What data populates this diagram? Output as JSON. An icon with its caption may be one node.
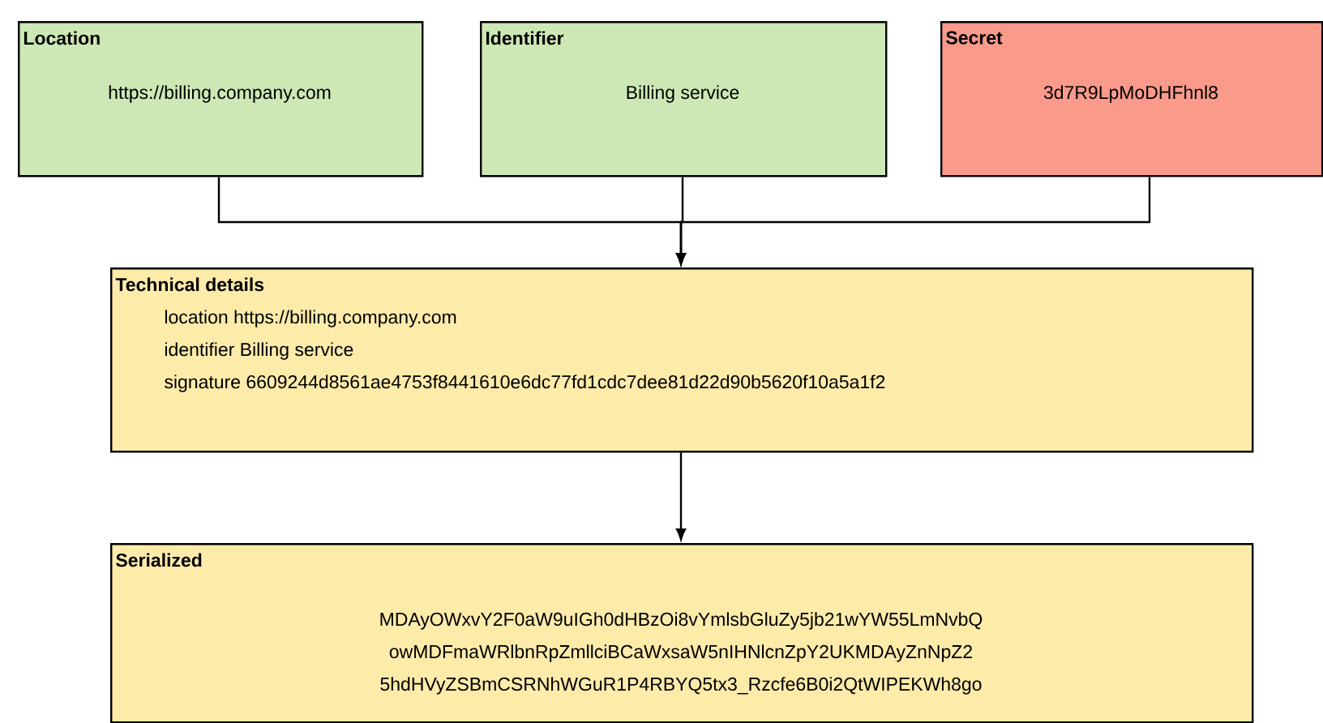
{
  "diagram": {
    "nodes": [
      {
        "text": [
          "Location",
          "https://billing.company.com"
        ]
      },
      {
        "text": [
          "Identifier",
          "Billing service"
        ]
      },
      {
        "text": [
          "Secret",
          "3d7R9LpMoDHFhnl8"
        ]
      },
      {
        "text": [
          "Technical details",
          "location https://billing.company.com",
          "identifier Billing service",
          "signature 6609244d8561ae4753f8441610e6dc77fd1cdc7dee81d22d90b5620f10a5a1f2"
        ]
      },
      {
        "text": [
          "Serialized",
          "MDAyOWxvY2F0aW9uIGh0dHBzOi8vYmlsbGluZy5jb21wYW55LmNvbQ",
          "owMDFmaWRlbnRpZmllciBCaWxsaW5nIHNlcnZpY2UKMDAyZnNpZ2",
          "5hdHVyZSBmCSRNhWGuR1P4RBYQ5tx3_Rzcfe6B0i2QtWIPEKWh8go"
        ]
      }
    ],
    "edges": [
      {
        "from": 0,
        "to": 3,
        "arrow": "to"
      },
      {
        "from": 1,
        "to": 3,
        "arrow": "to"
      },
      {
        "from": 2,
        "to": 3,
        "arrow": "to"
      },
      {
        "from": 3,
        "to": 4,
        "arrow": "to"
      }
    ]
  }
}
